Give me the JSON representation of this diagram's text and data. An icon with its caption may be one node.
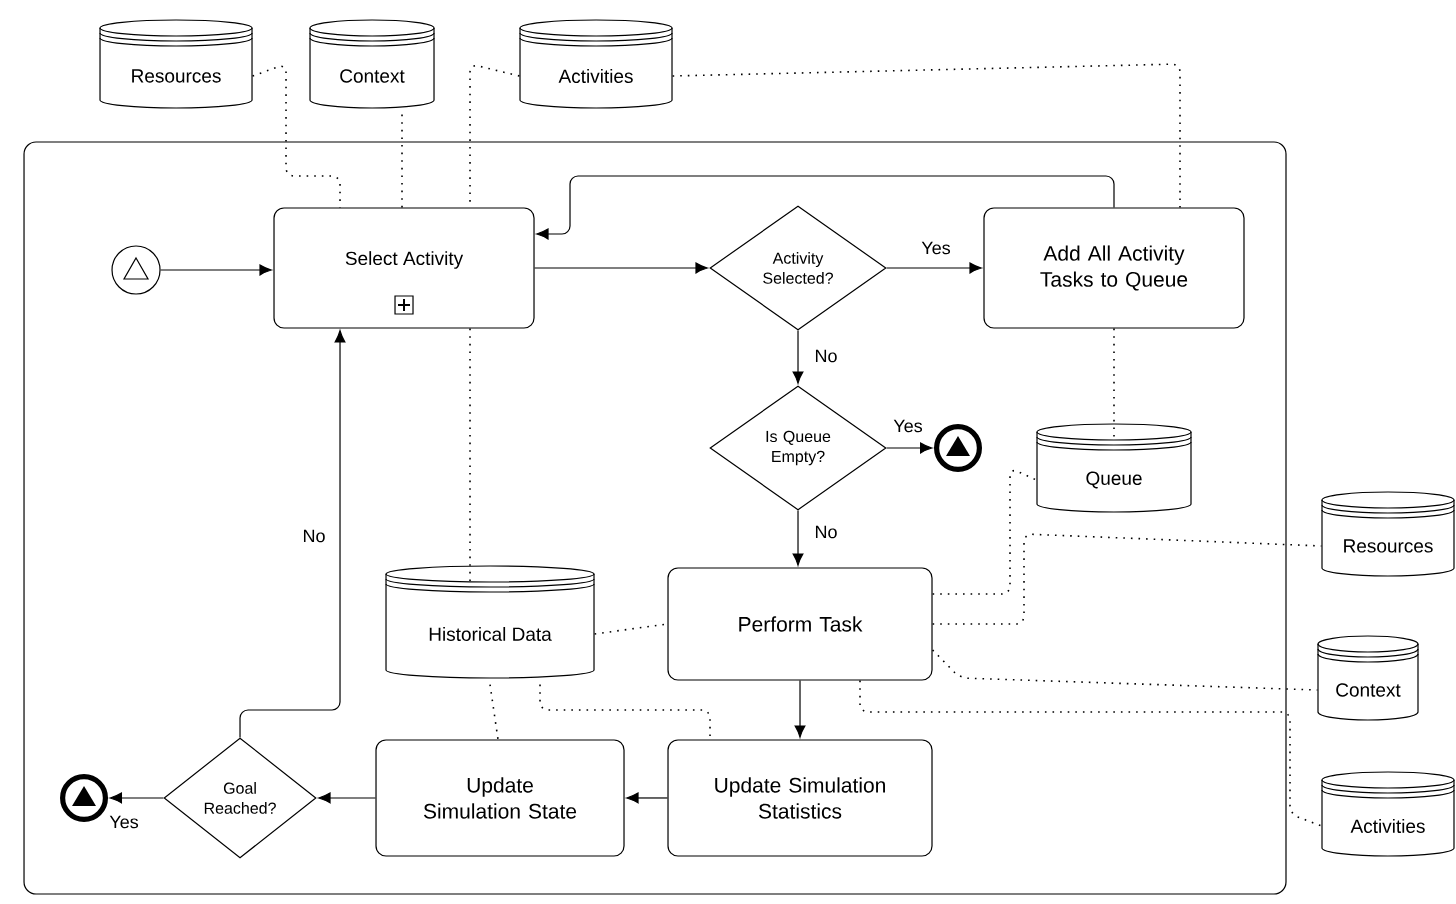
{
  "diagram": {
    "nodes": [
      {
        "text": [
          "Resources"
        ]
      },
      {
        "text": [
          "Context"
        ]
      },
      {
        "text": [
          "Activities"
        ]
      },
      {
        "text": [],
        "shape": "box"
      },
      {
        "text": [],
        "shape": "circle",
        "in": 3
      },
      {
        "text": [
          "Select Activity"
        ],
        "in": 3
      },
      {
        "text": [
          "Activity Selected?"
        ],
        "in": 3
      },
      {
        "text": [
          "Add All Activity Tasks to Queue"
        ],
        "in": 3
      },
      {
        "text": [
          "Is Queue Empty?"
        ],
        "in": 3
      },
      {
        "text": [],
        "shape": "circle",
        "in": 3
      },
      {
        "text": [
          "Queue"
        ],
        "in": 3
      },
      {
        "text": [
          "Historical Data"
        ],
        "in": 3
      },
      {
        "text": [
          "Perform Task"
        ],
        "in": 3
      },
      {
        "text": [
          "Update Simulation Statistics"
        ],
        "in": 3
      },
      {
        "text": [
          "Update Simulation State"
        ],
        "in": 3
      },
      {
        "text": [
          "Goal Reached?"
        ],
        "in": 3
      },
      {
        "text": [],
        "shape": "circle",
        "in": 3
      },
      {
        "text": [
          "Resources"
        ]
      },
      {
        "text": [
          "Context"
        ]
      },
      {
        "text": [
          "Activities"
        ]
      }
    ],
    "edges": [
      {
        "from": 4,
        "to": 5,
        "arrow": "to"
      },
      {
        "from": 5,
        "to": 6,
        "arrow": "to"
      },
      {
        "from": 6,
        "to": 7,
        "arrow": "to",
        "label": "Yes"
      },
      {
        "from": 6,
        "to": 8,
        "arrow": "to",
        "label": "No"
      },
      {
        "from": 8,
        "to": 9,
        "arrow": "to",
        "label": "Yes"
      },
      {
        "from": 8,
        "to": 12,
        "arrow": "to",
        "label": "No"
      },
      {
        "from": 7,
        "to": 5,
        "arrow": "to"
      },
      {
        "from": 12,
        "to": 13,
        "arrow": "to"
      },
      {
        "from": 13,
        "to": 14,
        "arrow": "to"
      },
      {
        "from": 14,
        "to": 15,
        "arrow": "to"
      },
      {
        "from": 15,
        "to": 16,
        "arrow": "to",
        "label": "Yes"
      },
      {
        "from": 15,
        "to": 5,
        "arrow": "to",
        "label": "No"
      },
      {
        "from": 0,
        "to": 5,
        "arrow": "none",
        "style": "dashed"
      },
      {
        "from": 1,
        "to": 5,
        "arrow": "none",
        "style": "dashed"
      },
      {
        "from": 2,
        "to": 5,
        "arrow": "none",
        "style": "dashed"
      },
      {
        "from": 5,
        "to": 11,
        "arrow": "none",
        "style": "dashed"
      },
      {
        "from": 2,
        "to": 7,
        "arrow": "none",
        "style": "dashed"
      },
      {
        "from": 7,
        "to": 10,
        "arrow": "none",
        "style": "dashed"
      },
      {
        "from": 12,
        "to": 10,
        "arrow": "none",
        "style": "dashed"
      },
      {
        "from": 12,
        "to": 17,
        "arrow": "none",
        "style": "dashed"
      },
      {
        "from": 12,
        "to": 18,
        "arrow": "none",
        "style": "dashed"
      },
      {
        "from": 12,
        "to": 19,
        "arrow": "none",
        "style": "dashed"
      },
      {
        "from": 11,
        "to": 12,
        "arrow": "none",
        "style": "dashed"
      },
      {
        "from": 11,
        "to": 14,
        "arrow": "none",
        "style": "dashed"
      },
      {
        "from": 11,
        "to": 13,
        "arrow": "none",
        "style": "dashed"
      }
    ]
  }
}
